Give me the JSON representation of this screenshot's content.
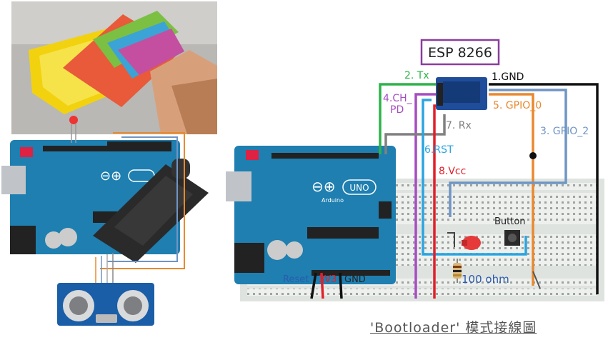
{
  "esp_module": {
    "title": "ESP 8266"
  },
  "pins": {
    "tx": "2. Tx",
    "ch_pd": "4.CH_\nPD",
    "gnd": "1.GND",
    "gpio0": "5. GPIO_0",
    "rx": "7. Rx",
    "gpio2": "3. GPIO_2",
    "rst": "6.RST",
    "vcc": "8.Vcc"
  },
  "arduino": {
    "brand": "Arduino",
    "model": "UNO"
  },
  "board_pins": {
    "reset": "Reset",
    "v33": "3V3",
    "gnd": "GND"
  },
  "components": {
    "button": "Button",
    "resistor": "100 ohm"
  },
  "caption": "'Bootloader' 模式接線圖",
  "colors": {
    "tx_wire": "#2db34a",
    "ch_pd_wire": "#a64dc2",
    "gnd_wire": "#111111",
    "gpio0_wire": "#e8892e",
    "rx_wire": "#808080",
    "gpio2_wire": "#6f95c4",
    "rst_wire": "#2aa4e0",
    "vcc_wire": "#e0202a",
    "arduino_board": "#1e7fb0",
    "esp_board": "#1f4d9a",
    "title_border": "#8a3d9e"
  }
}
